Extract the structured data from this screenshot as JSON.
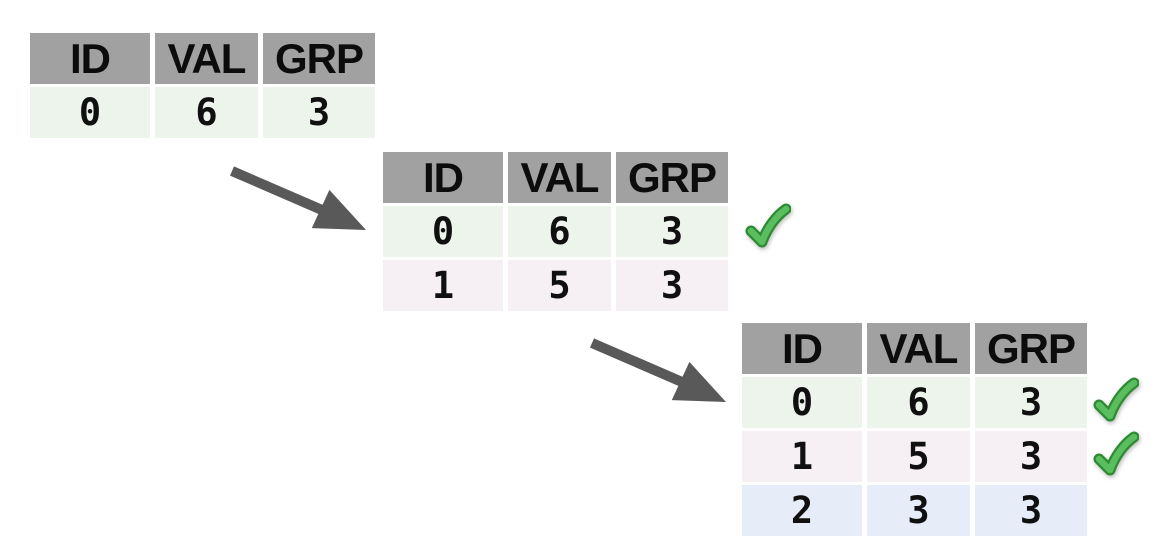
{
  "canvas": {
    "background": "#ffffff"
  },
  "colors": {
    "header_bg": "#a1a1a1",
    "header_text": "#0c0c0c",
    "cell_text": "#101010",
    "row_green": "#edf4ec",
    "row_pink": "#f6eff3",
    "row_blue": "#e7edf8",
    "arrow_gray": "#595959",
    "check_green_fill": "#5abd5e",
    "check_green_outline": "#2e8b33"
  },
  "icons": {
    "arrow": "arrow-down-right-icon",
    "check": "green-check-icon"
  },
  "tables": [
    {
      "label": "step-1",
      "columns": [
        "ID",
        "VAL",
        "GRP"
      ],
      "rows": [
        {
          "cells": [
            "0",
            "6",
            "3"
          ],
          "tone": "green",
          "checked": false
        }
      ]
    },
    {
      "label": "step-2",
      "columns": [
        "ID",
        "VAL",
        "GRP"
      ],
      "rows": [
        {
          "cells": [
            "0",
            "6",
            "3"
          ],
          "tone": "green",
          "checked": true
        },
        {
          "cells": [
            "1",
            "5",
            "3"
          ],
          "tone": "pink",
          "checked": false
        }
      ]
    },
    {
      "label": "step-3",
      "columns": [
        "ID",
        "VAL",
        "GRP"
      ],
      "rows": [
        {
          "cells": [
            "0",
            "6",
            "3"
          ],
          "tone": "green",
          "checked": true
        },
        {
          "cells": [
            "1",
            "5",
            "3"
          ],
          "tone": "pink",
          "checked": true
        },
        {
          "cells": [
            "2",
            "3",
            "3"
          ],
          "tone": "blue",
          "checked": false
        }
      ]
    }
  ]
}
